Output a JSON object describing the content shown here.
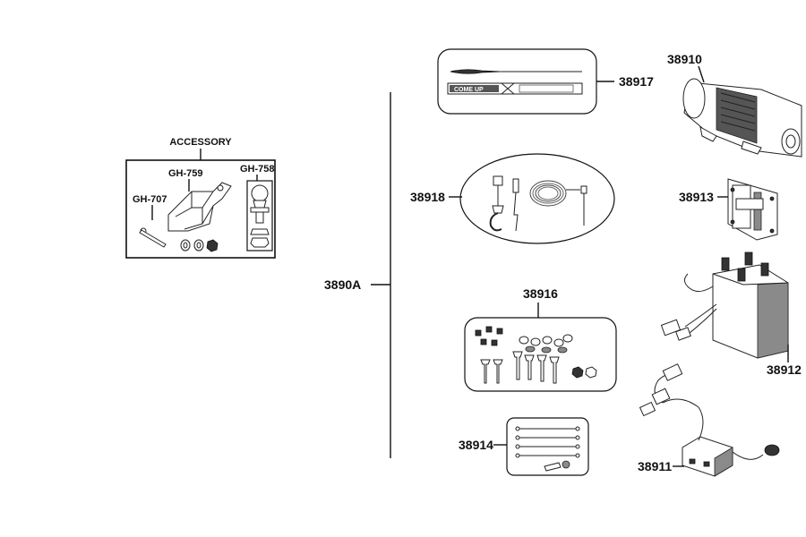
{
  "labels": {
    "accessory": "ACCESSORY",
    "gh759": "GH-759",
    "gh758": "GH-758",
    "gh707": "GH-707",
    "assembly": "3890A",
    "p38917": "38917",
    "p38910": "38910",
    "p38918": "38918",
    "p38913": "38913",
    "p38916": "38916",
    "p38912": "38912",
    "p38914": "38914",
    "p38911": "38911"
  },
  "icons": {
    "hitch_receiver": "hitch-receiver-icon",
    "hitch_ball": "hitch-ball-icon",
    "hitch_pin": "hitch-pin-icon",
    "strap": "winch-strap-icon",
    "winch": "winch-icon",
    "cable_hook": "winch-cable-hook-icon",
    "fairlead": "roller-fairlead-icon",
    "hardware": "hardware-kit-icon",
    "contactor": "contactor-icon",
    "cables": "battery-cables-icon",
    "switch": "handlebar-switch-icon"
  }
}
